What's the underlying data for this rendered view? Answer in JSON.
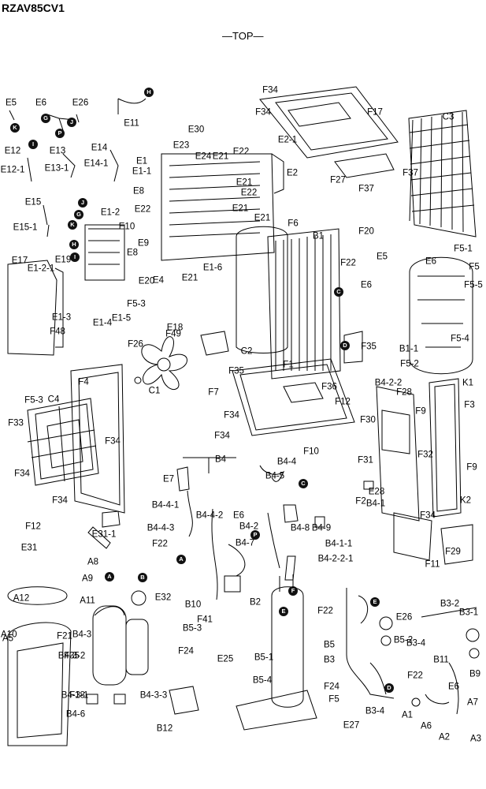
{
  "model": "RZAV85CV1",
  "view_label": "—TOP—",
  "labels": [
    "E5",
    "E6",
    "E26",
    "E11",
    "F34",
    "F34",
    "F17",
    "C3",
    "E12",
    "E12-1",
    "E13",
    "E13-1",
    "E14",
    "E14-1",
    "E30",
    "E23",
    "E24",
    "E21",
    "E22",
    "E2-1",
    "E2",
    "E1",
    "E1-1",
    "E8",
    "E21",
    "E22",
    "E21",
    "F27",
    "F37",
    "F37",
    "E15",
    "E15-1",
    "J",
    "E1-2",
    "E22",
    "E21",
    "F6",
    "B1",
    "F20",
    "E5",
    "E17",
    "E1-2-1",
    "E19",
    "E10",
    "E9",
    "E8",
    "E6",
    "E20",
    "E4",
    "E21",
    "E1-6",
    "F22",
    "E6",
    "F5-1",
    "F5",
    "F5-5",
    "F5-3",
    "E1-4",
    "E1-5",
    "E1-3",
    "F48",
    "F49",
    "E18",
    "F26",
    "C1",
    "C2",
    "F35",
    "F1",
    "F36",
    "F7",
    "F34",
    "F12",
    "F35",
    "B1-1",
    "F5-2",
    "F5-4",
    "F5-3",
    "C4",
    "F4",
    "F33",
    "F34",
    "F34",
    "F34",
    "F34",
    "B4",
    "B4-4",
    "B4-5",
    "E7",
    "B4-4-1",
    "B4-4-2",
    "B4-4-3",
    "F22",
    "E6",
    "B4-2",
    "B4-7",
    "B4-8",
    "B4-9",
    "E28",
    "B4-1",
    "B4-1-1",
    "B4-2-2-1",
    "B4-2-2",
    "F28",
    "F30",
    "K1",
    "F3",
    "F9",
    "F32",
    "F31",
    "F2",
    "F9",
    "K2",
    "F34",
    "F29",
    "F11",
    "F10",
    "F12",
    "E31",
    "E31-1",
    "A8",
    "A9",
    "A11",
    "E32",
    "A12",
    "A10",
    "B4-3",
    "B4-3-2",
    "B4-3-1",
    "B4-6",
    "B4-3-3",
    "B12",
    "B10",
    "F41",
    "B2",
    "B5-3",
    "F24",
    "E25",
    "B5-4",
    "B5-1",
    "F22",
    "E26",
    "B5-2",
    "B5",
    "B3",
    "F24",
    "F5",
    "B3-4",
    "E27",
    "B3-2",
    "B3-1",
    "B3-4",
    "B11",
    "B9",
    "F22",
    "E6",
    "A7",
    "A1",
    "A6",
    "A2",
    "A3",
    "A5",
    "F21",
    "F35",
    "F18"
  ],
  "tags": [
    "K",
    "G",
    "P",
    "J",
    "H",
    "I",
    "G",
    "K",
    "H",
    "I",
    "J",
    "C",
    "D",
    "C",
    "P",
    "A",
    "B",
    "E",
    "A",
    "E",
    "D",
    "F"
  ]
}
